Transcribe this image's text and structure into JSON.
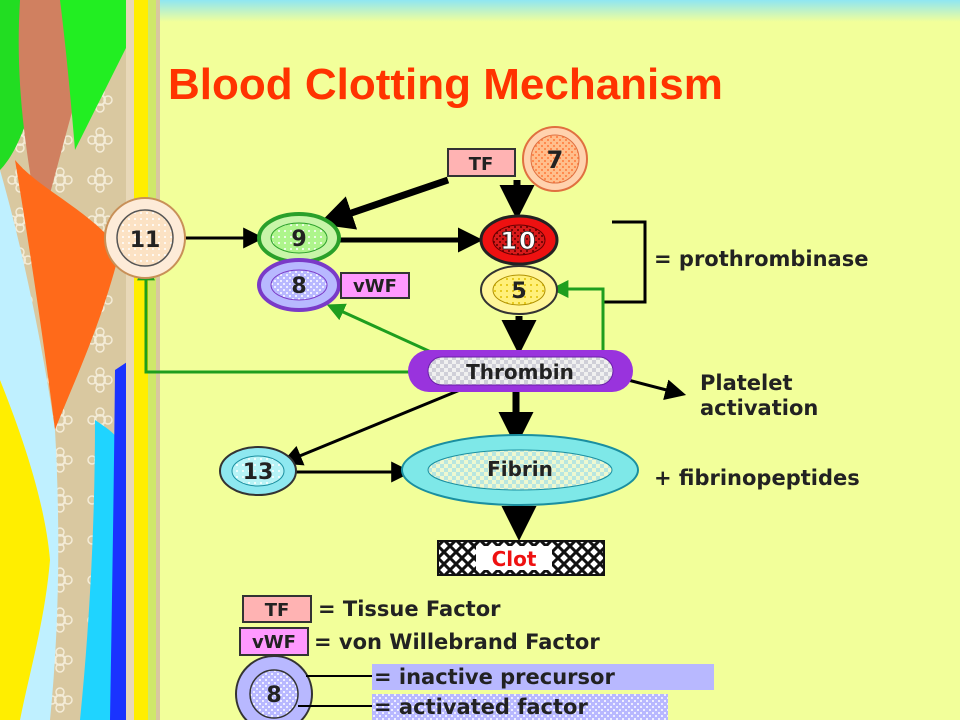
{
  "slide": {
    "title": "Blood Clotting Mechanism"
  },
  "diagram": {
    "nodes": {
      "tf": "TF",
      "f7": "7",
      "f11": "11",
      "f9": "9",
      "f10": "10",
      "f8": "8",
      "vwf": "vWF",
      "f5": "5",
      "thrombin": "Thrombin",
      "f13": "13",
      "fibrin": "Fibrin",
      "clot": "Clot"
    },
    "labels": {
      "prothrombinase": "= prothrombinase",
      "platelet_line1": "Platelet",
      "platelet_line2": "activation",
      "fibrinopeptides": "+ fibrinopeptides"
    },
    "legend": {
      "tf_box": "TF",
      "tf_text": "= Tissue Factor",
      "vwf_box": "vWF",
      "vwf_text": "= von Willebrand Factor",
      "circle_label": "8",
      "inactive_text": "= inactive precursor",
      "activated_text": "= activated factor"
    }
  },
  "colors": {
    "background": "#f2ff9a",
    "title": "#ff3300",
    "positive_feedback": "#1e9e1e",
    "thrombin_ring": "#9933dd",
    "factor10_ring": "#ee1111"
  }
}
